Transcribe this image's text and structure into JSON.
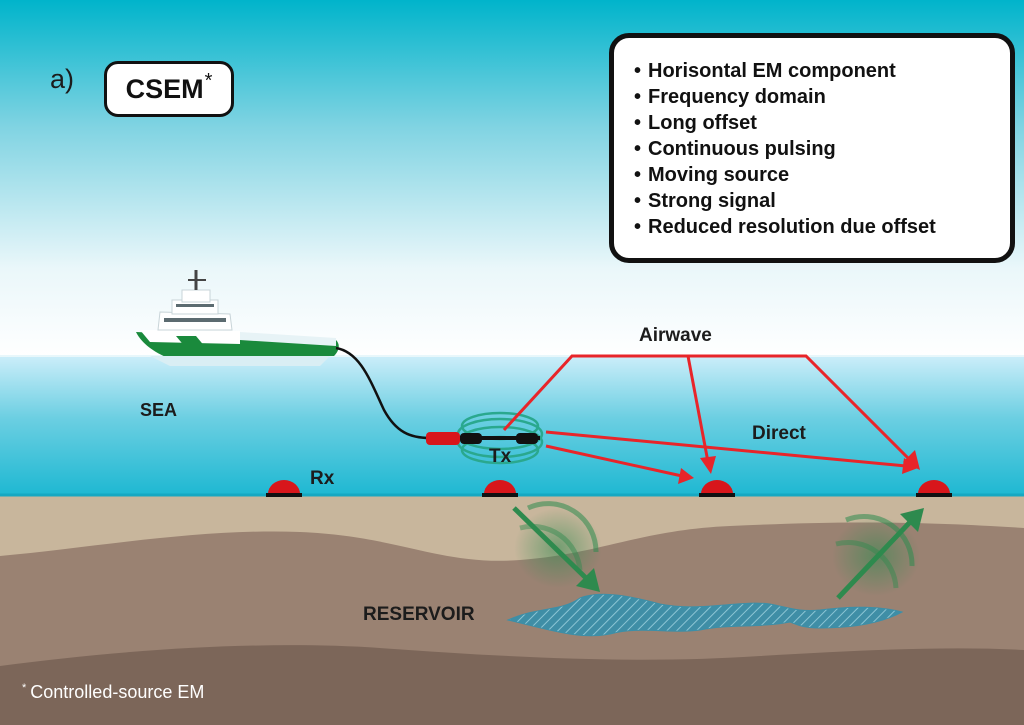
{
  "panel_letter": "a)",
  "badge": {
    "title": "CSEM",
    "mark": "*"
  },
  "features": [
    "Horisontal EM component",
    "Frequency domain",
    "Long offset",
    "Continuous pulsing",
    "Moving source",
    "Strong signal",
    "Reduced resolution due offset"
  ],
  "labels": {
    "airwave": "Airwave",
    "direct": "Direct",
    "sea": "SEA",
    "rx": "Rx",
    "tx": "Tx",
    "reservoir": "RESERVOIR"
  },
  "footnote": {
    "mark": "*",
    "text": "Controlled-source EM"
  },
  "colors": {
    "sky_top": "#00b5cc",
    "sea_surface": "#cdeefa",
    "sea_deep": "#1fb9d3",
    "seabed": "#c8b69c",
    "subsurface": "#9a8272",
    "deep_layer": "#7c6659",
    "reservoir_fill": "#3c8fa8",
    "signal_arrow": "#e8252a",
    "em_arrow": "#2e8a4e",
    "receiver": "#d8161b",
    "vessel_hull": "#1a8a3c"
  }
}
